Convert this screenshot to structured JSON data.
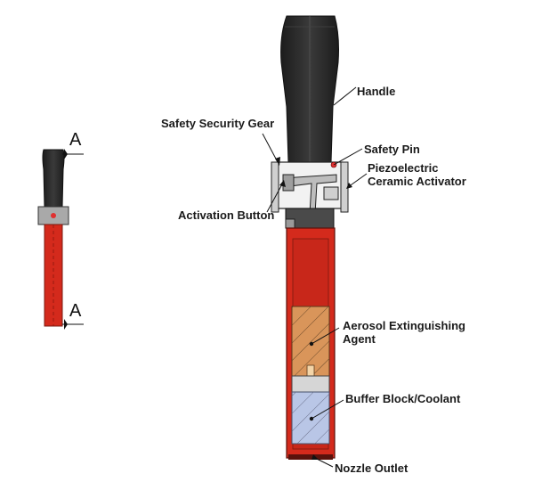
{
  "diagram": {
    "section_marker": "A",
    "labels": {
      "handle": "Handle",
      "safety_gear": "Safety Security Gear",
      "safety_pin": "Safety Pin",
      "piezo_line1": "Piezoelectric",
      "piezo_line2": "Ceramic Activator",
      "activation_button": "Activation Button",
      "aerosol_line1": "Aerosol Extinguishing",
      "aerosol_line2": "Agent",
      "buffer": "Buffer Block/Coolant",
      "nozzle": "Nozzle Outlet"
    },
    "colors": {
      "handle": "#2b2b2b",
      "body": "#d42a1c",
      "collar": "#a9a9a9",
      "aerosol": "#d9955a",
      "buffer": "#b9c6e6",
      "pin": "#e03030"
    }
  }
}
